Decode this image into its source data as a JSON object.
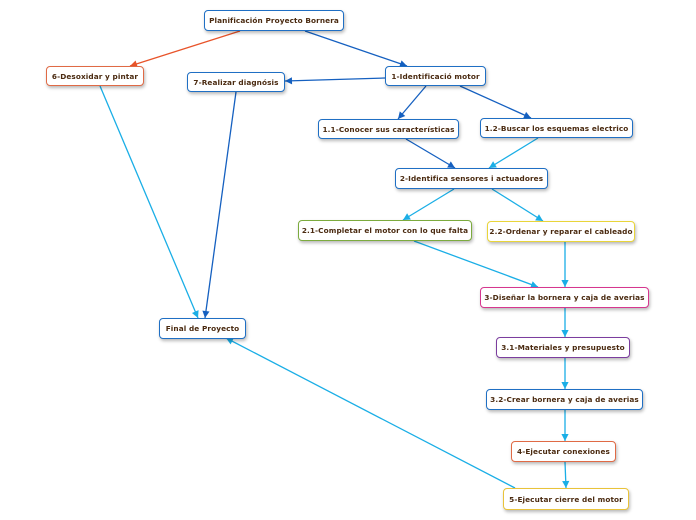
{
  "nodes": {
    "root": {
      "label": "Planificación Proyecto Bornera",
      "color": "#1f6fc4"
    },
    "n1": {
      "label": "1-Identificació motor",
      "color": "#1f6fc4"
    },
    "n11": {
      "label": "1.1-Conocer sus características",
      "color": "#1f6fc4"
    },
    "n12": {
      "label": "1.2-Buscar los esquemas electrico",
      "color": "#1f6fc4"
    },
    "n2": {
      "label": "2-Identifica sensores i actuadores",
      "color": "#1f6fc4"
    },
    "n21": {
      "label": "2.1-Completar el motor con lo que falta",
      "color": "#7cab3e"
    },
    "n22": {
      "label": "2.2-Ordenar y reparar el cableado",
      "color": "#e9d53a"
    },
    "n3": {
      "label": "3-Diseñar la bornera y caja de averias",
      "color": "#d6368f"
    },
    "n31": {
      "label": "3.1-Materiales y presupuesto",
      "color": "#7b3d9e"
    },
    "n32": {
      "label": "3.2-Crear bornera y caja de averias",
      "color": "#1f6fc4"
    },
    "n4": {
      "label": "4-Ejecutar conexiones",
      "color": "#e06a45"
    },
    "n5": {
      "label": "5-Ejecutar cierre del motor",
      "color": "#e9c33a"
    },
    "n6": {
      "label": "6-Desoxidar y pintar",
      "color": "#e06a45"
    },
    "n7": {
      "label": "7-Realizar diagnósis",
      "color": "#1f6fc4"
    },
    "final": {
      "label": "Final de Proyecto",
      "color": "#1f6fc4"
    }
  },
  "edges": [
    {
      "from": "root",
      "to": "n6",
      "color": "#e8542a"
    },
    {
      "from": "root",
      "to": "n1",
      "color": "#1560c0"
    },
    {
      "from": "n1",
      "to": "n7",
      "color": "#1560c0"
    },
    {
      "from": "n1",
      "to": "n11",
      "color": "#1560c0"
    },
    {
      "from": "n1",
      "to": "n12",
      "color": "#1560c0"
    },
    {
      "from": "n11",
      "to": "n2",
      "color": "#1560c0"
    },
    {
      "from": "n12",
      "to": "n2",
      "color": "#1aaee6"
    },
    {
      "from": "n2",
      "to": "n21",
      "color": "#1aaee6"
    },
    {
      "from": "n2",
      "to": "n22",
      "color": "#1aaee6"
    },
    {
      "from": "n21",
      "to": "n3",
      "color": "#1aaee6"
    },
    {
      "from": "n22",
      "to": "n3",
      "color": "#1aaee6"
    },
    {
      "from": "n3",
      "to": "n31",
      "color": "#1aaee6"
    },
    {
      "from": "n31",
      "to": "n32",
      "color": "#1aaee6"
    },
    {
      "from": "n32",
      "to": "n4",
      "color": "#1aaee6"
    },
    {
      "from": "n4",
      "to": "n5",
      "color": "#1aaee6"
    },
    {
      "from": "n6",
      "to": "final",
      "color": "#1aaee6"
    },
    {
      "from": "n7",
      "to": "final",
      "color": "#1560c0"
    },
    {
      "from": "n5",
      "to": "final",
      "color": "#1aaee6"
    }
  ]
}
